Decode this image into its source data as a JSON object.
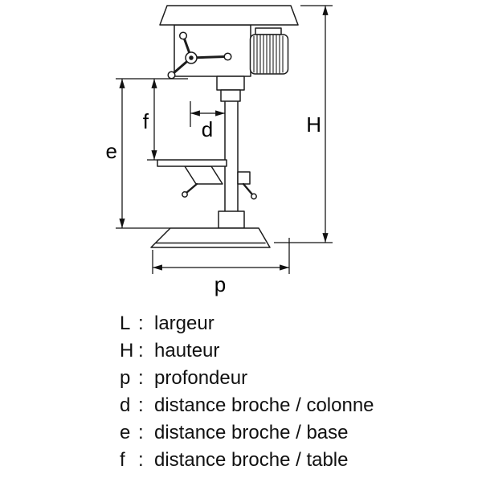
{
  "diagram": {
    "dim_labels": {
      "H": "H",
      "e": "e",
      "f": "f",
      "d": "d",
      "p": "p"
    }
  },
  "legend": {
    "items": [
      {
        "symbol": "L",
        "sep": ":",
        "description": "largeur"
      },
      {
        "symbol": "H",
        "sep": ":",
        "description": "hauteur"
      },
      {
        "symbol": "p",
        "sep": ":",
        "description": "profondeur"
      },
      {
        "symbol": "d",
        "sep": ":",
        "description": "distance broche / colonne"
      },
      {
        "symbol": "e",
        "sep": ":",
        "description": "distance broche / base"
      },
      {
        "symbol": "f",
        "sep": ":",
        "description": "distance broche / table"
      }
    ]
  }
}
